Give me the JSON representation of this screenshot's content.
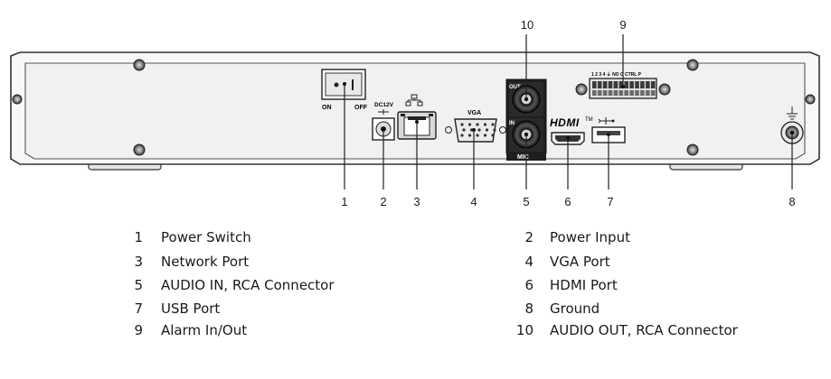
{
  "panel": {
    "switch_on": "ON",
    "switch_off": "OFF",
    "dc_label": "DC12V",
    "vga_label": "VGA",
    "out_label": "OUT",
    "in_label": "IN",
    "mic_label": "MIC",
    "hdmi_label": "HDMI",
    "hdmi_tm": "TM",
    "terminal_label": "1  2  3  4  ⏚ NO C  CTRL  P"
  },
  "callouts": {
    "n1": "1",
    "n2": "2",
    "n3": "3",
    "n4": "4",
    "n5": "5",
    "n6": "6",
    "n7": "7",
    "n8": "8",
    "n9": "9",
    "n10": "10"
  },
  "legend": [
    {
      "num": "1",
      "text": "Power Switch"
    },
    {
      "num": "2",
      "text": "Power Input"
    },
    {
      "num": "3",
      "text": "Network Port"
    },
    {
      "num": "4",
      "text": "VGA Port"
    },
    {
      "num": "5",
      "text": "AUDIO IN, RCA Connector"
    },
    {
      "num": "6",
      "text": "HDMI Port"
    },
    {
      "num": "7",
      "text": "USB Port"
    },
    {
      "num": "8",
      "text": "Ground"
    },
    {
      "num": "9",
      "text": "Alarm In/Out"
    },
    {
      "num": "10",
      "text": "AUDIO OUT, RCA Connector"
    }
  ],
  "colors": {
    "panel_fill": "#f4f4f4",
    "panel_stroke": "#333333",
    "port_dark": "#2b2b2b",
    "terminal_green": "#3a3a3a"
  }
}
